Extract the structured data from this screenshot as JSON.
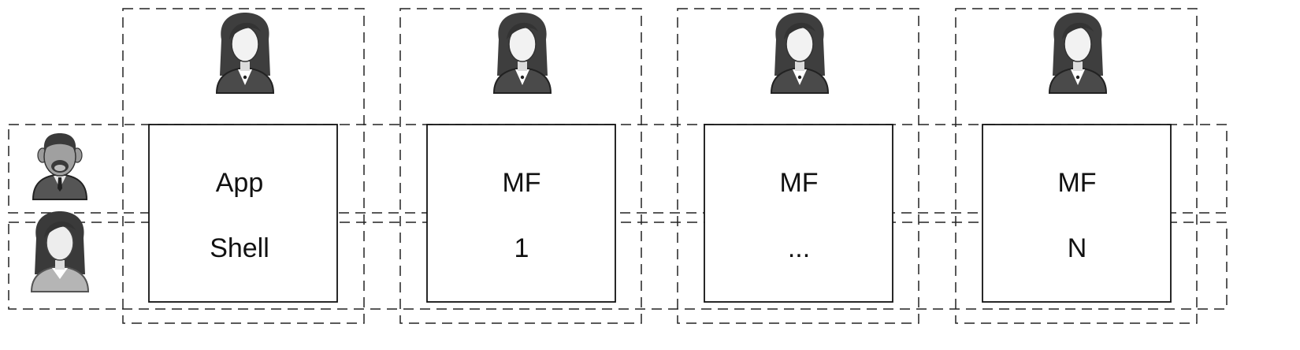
{
  "columns": [
    {
      "line1": "App",
      "line2": "Shell"
    },
    {
      "line1": "MF",
      "line2": "1"
    },
    {
      "line1": "MF",
      "line2": "..."
    },
    {
      "line1": "MF",
      "line2": "N"
    }
  ],
  "icons": {
    "column_owner": "woman-avatar-icon",
    "row_1_owner": "man-avatar-icon",
    "row_2_owner": "woman-avatar-icon"
  },
  "colors": {
    "icon_dark": "#4a4a4a",
    "icon_mid": "#8a8a8a",
    "icon_light": "#e6e6e6"
  }
}
